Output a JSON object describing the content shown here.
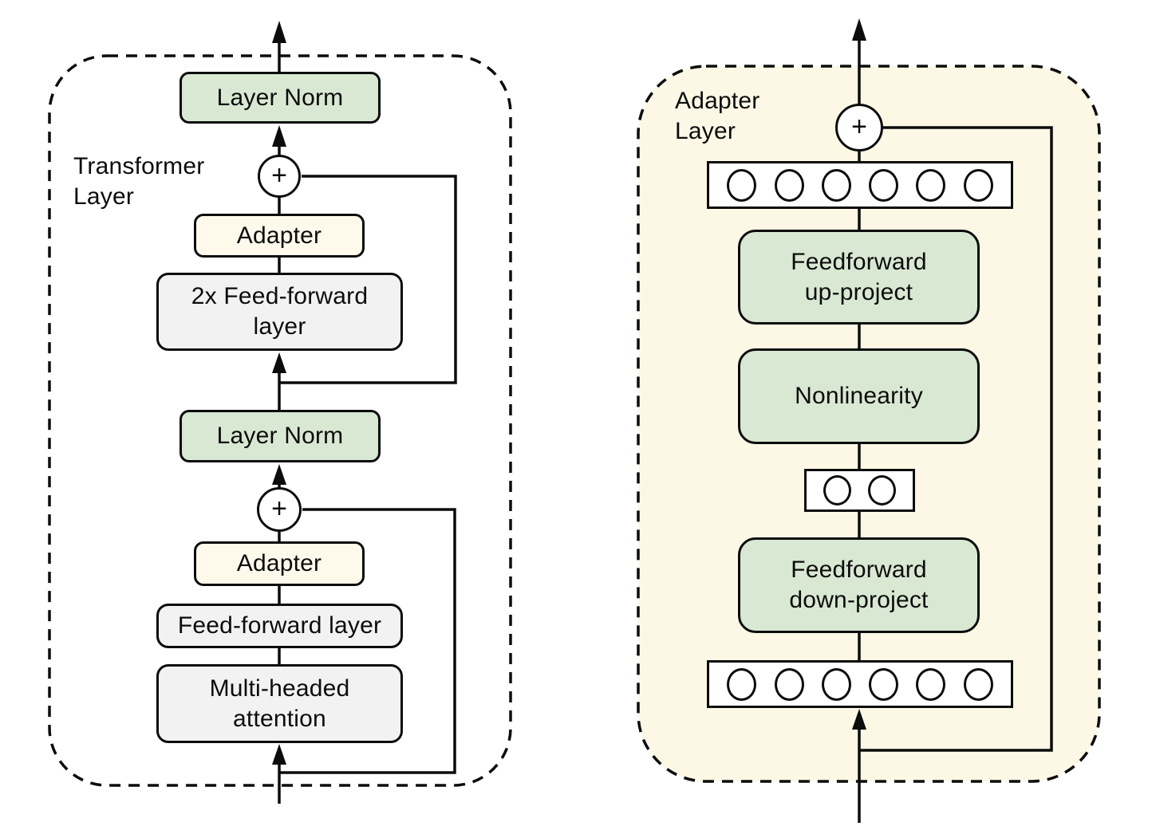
{
  "figure": {
    "left_panel": {
      "label_lines": [
        "Transformer",
        "Layer"
      ],
      "blocks": {
        "layer_norm_top": "Layer Norm",
        "plus_top": "+",
        "adapter_top": "Adapter",
        "feedforward_2x_lines": [
          "2x Feed-forward",
          "layer"
        ],
        "layer_norm_bottom": "Layer Norm",
        "plus_bottom": "+",
        "adapter_bottom": "Adapter",
        "feedforward": "Feed-forward layer",
        "attention_lines": [
          "Multi-headed",
          "attention"
        ]
      }
    },
    "right_panel": {
      "label_lines": [
        "Adapter",
        "Layer"
      ],
      "blocks": {
        "plus": "+",
        "feedforward_up_lines": [
          "Feedforward",
          "up-project"
        ],
        "nonlinearity": "Nonlinearity",
        "feedforward_down_lines": [
          "Feedforward",
          "down-project"
        ]
      },
      "features_top_circle_count": 6,
      "bottleneck_circle_count": 2,
      "features_bottom_circle_count": 6
    },
    "colors": {
      "green_block": "#d9e8d3",
      "gray_block": "#f2f2f2",
      "cream_block": "#fdfaec",
      "panel_background": "#fcf8e5",
      "line": "#0c0c0c"
    }
  }
}
